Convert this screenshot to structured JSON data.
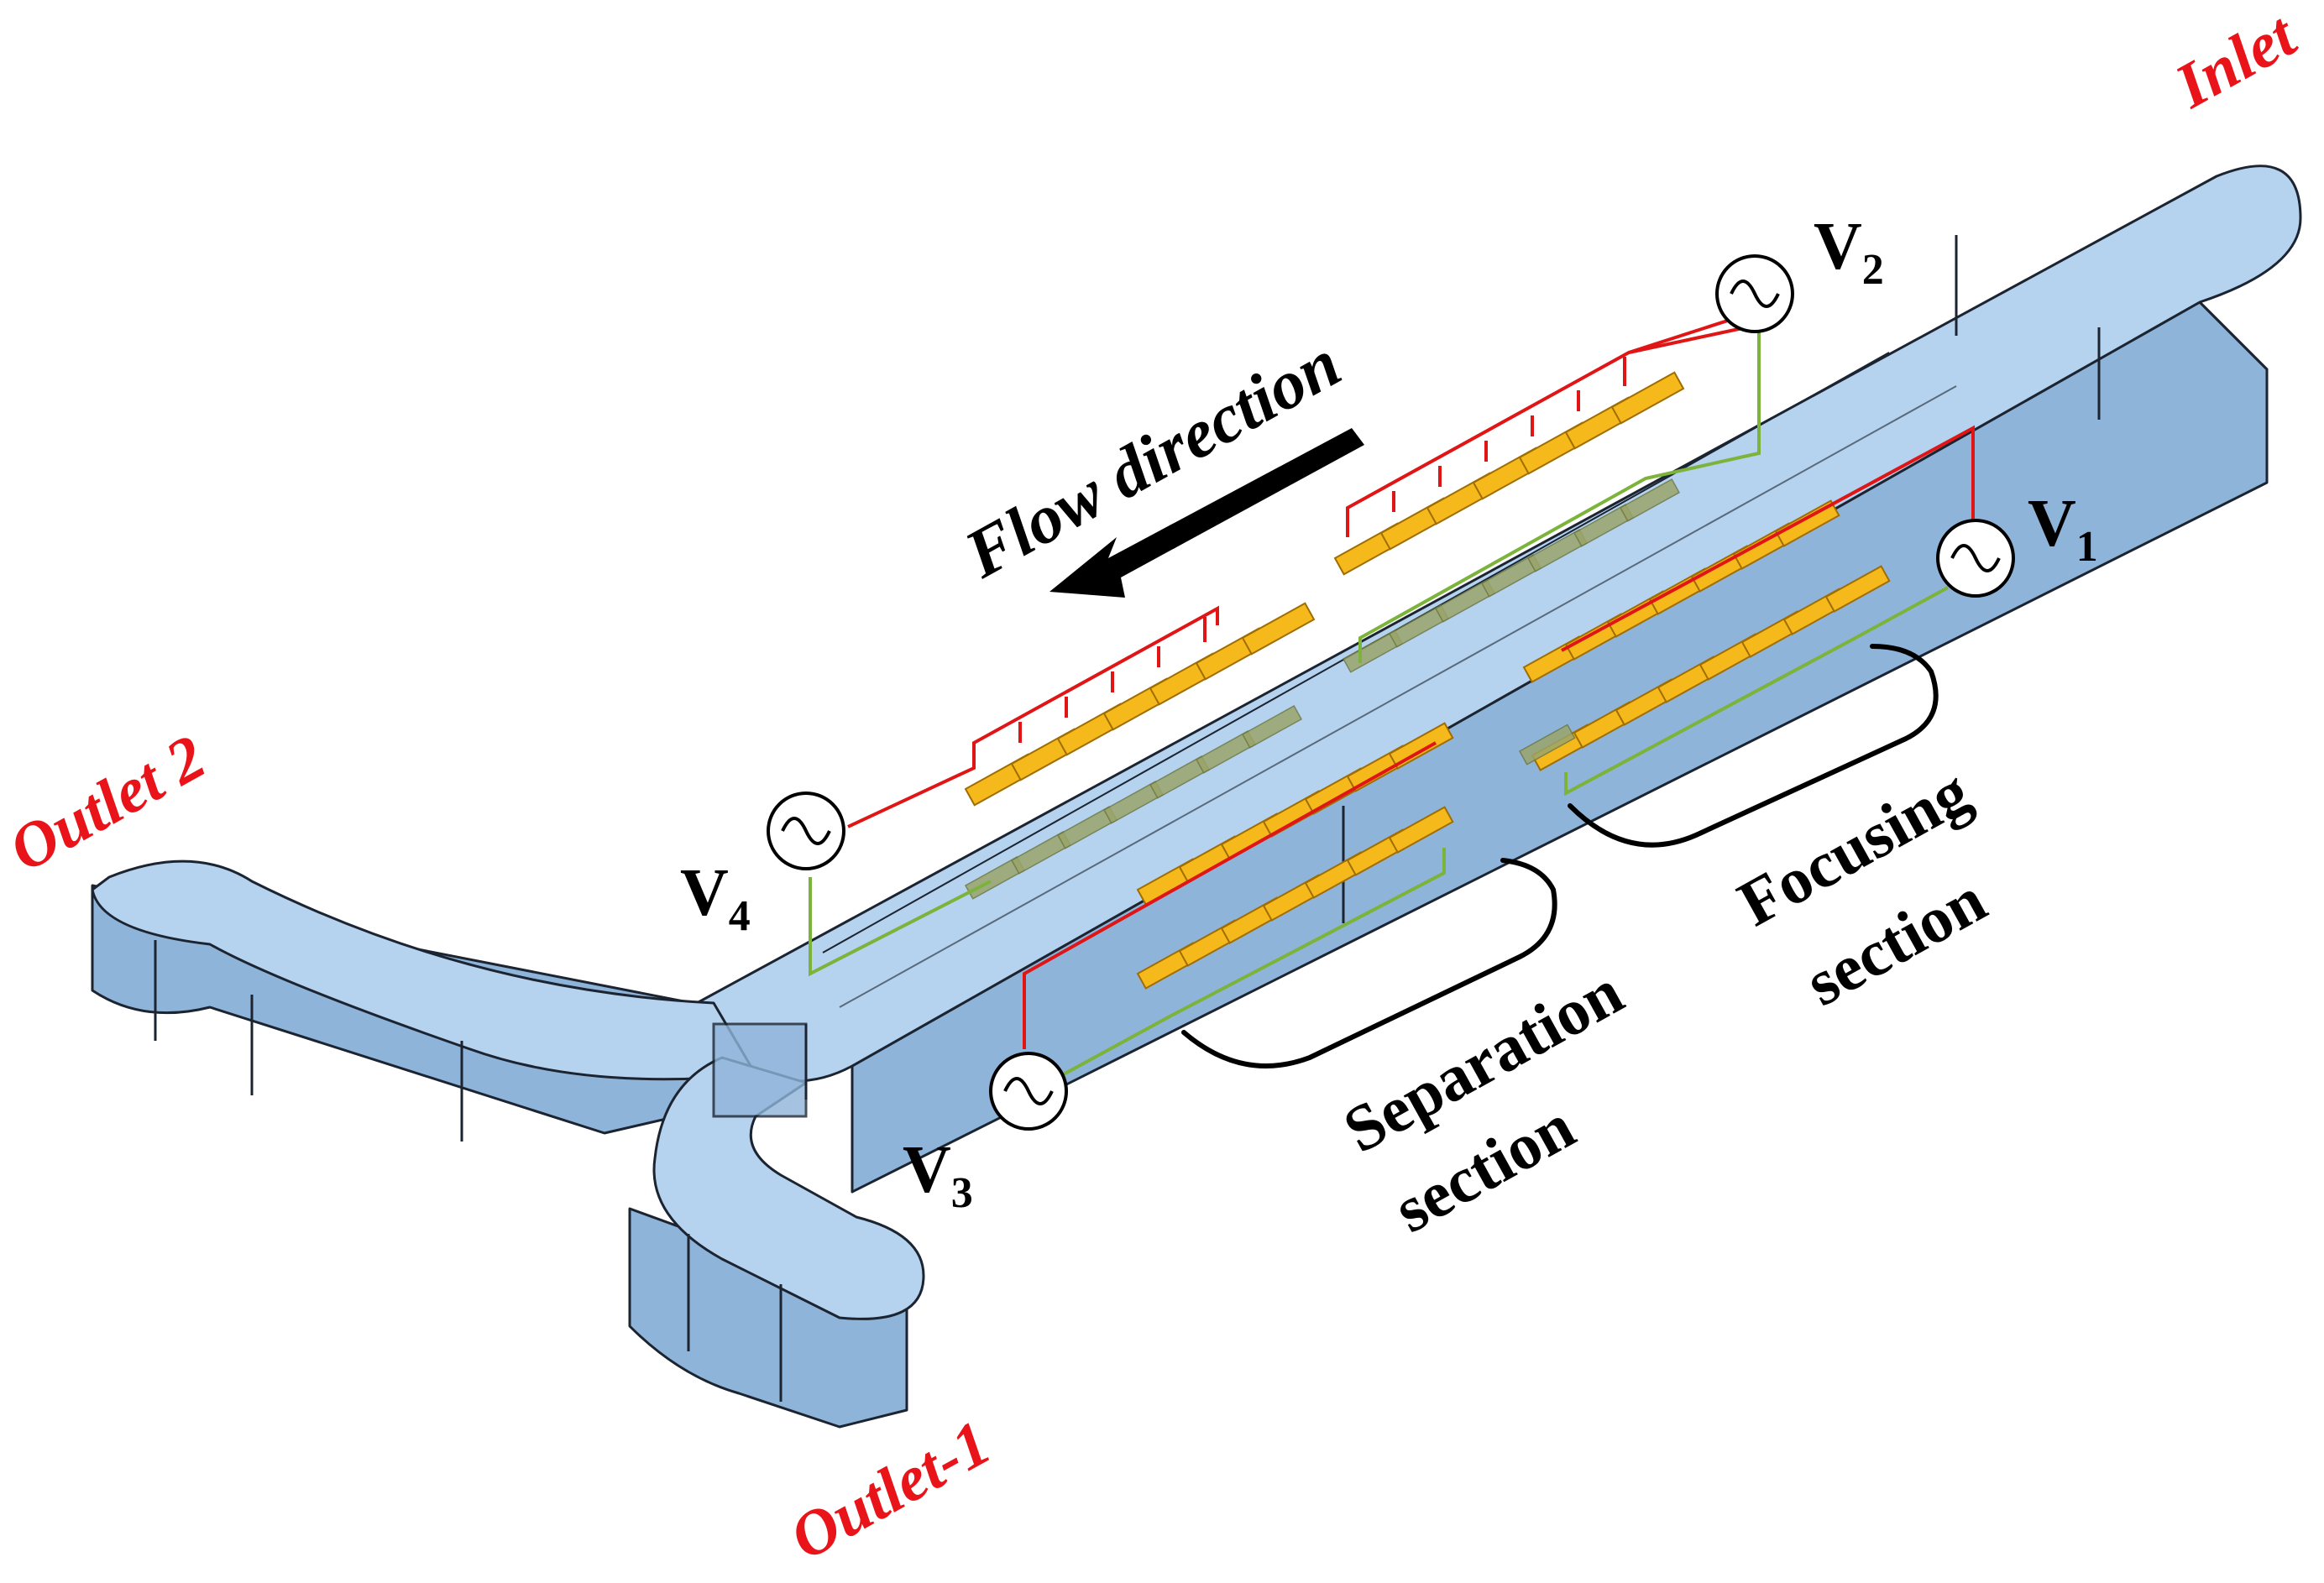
{
  "labels": {
    "inlet": "Inlet",
    "outlet_1": "Outlet-1",
    "outlet_2": "Outlet 2",
    "flow_direction": "Flow direction",
    "focusing_line1": "Focusing",
    "focusing_line2": "section",
    "separation_line1": "Separation",
    "separation_line2": "section"
  },
  "sources": [
    {
      "id": "v1",
      "letter": "V",
      "sub": "1"
    },
    {
      "id": "v2",
      "letter": "V",
      "sub": "2"
    },
    {
      "id": "v3",
      "letter": "V",
      "sub": "3"
    },
    {
      "id": "v4",
      "letter": "V",
      "sub": "4"
    }
  ],
  "colors": {
    "channel": "#b5d2ee",
    "red_label": "#e8141a",
    "red_wire": "#e01515",
    "green_wire": "#7cb33a",
    "electrode": "#f6b91c"
  },
  "icons": {
    "ac_source": "sine-wave-in-circle",
    "flow_arrow": "arrow-left-down"
  }
}
